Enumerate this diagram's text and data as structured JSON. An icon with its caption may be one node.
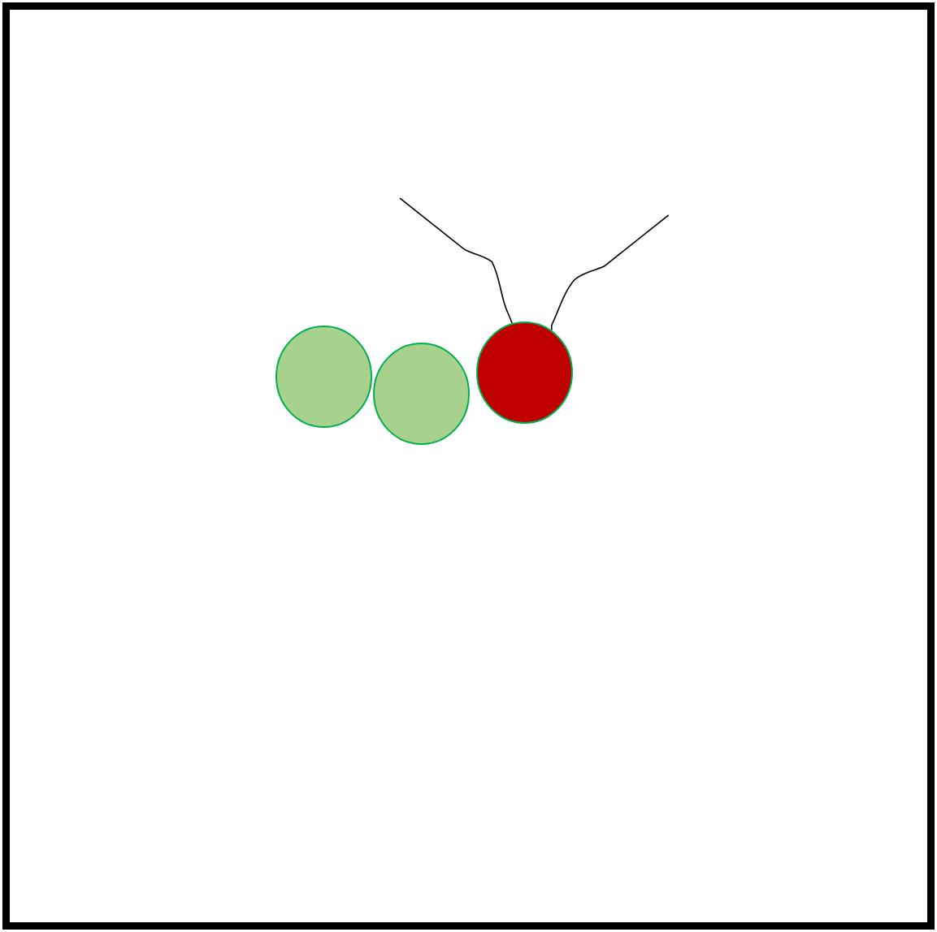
{
  "diagram": {
    "nodes": [
      {
        "text": [],
        "shape": "circle"
      },
      {
        "text": [],
        "shape": "circle"
      },
      {
        "text": [],
        "shape": "circle"
      }
    ],
    "edges": [
      {
        "from": 2,
        "to": null,
        "arrow": "none"
      },
      {
        "from": 2,
        "to": null,
        "arrow": "none"
      }
    ]
  }
}
